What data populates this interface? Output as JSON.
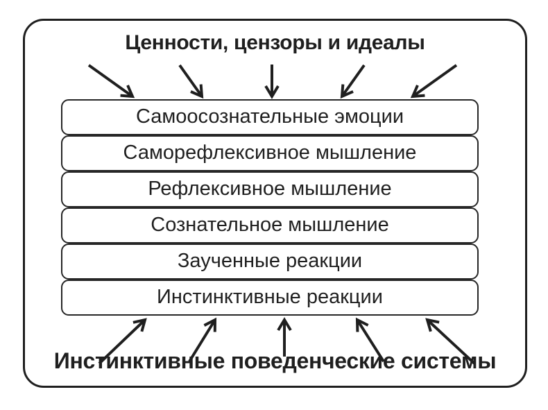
{
  "diagram": {
    "top_label": "Ценности, цензоры и идеалы",
    "bottom_label": "Инстинктивные поведенческие системы",
    "levels": [
      {
        "label": "Самоосознательные эмоции"
      },
      {
        "label": "Саморефлексивное мышление"
      },
      {
        "label": "Рефлексивное мышление"
      },
      {
        "label": "Сознательное мышление"
      },
      {
        "label": "Заученные реакции"
      },
      {
        "label": "Инстинктивные реакции"
      }
    ],
    "arrows": {
      "top_count": 5,
      "top_direction": "down",
      "bottom_count": 5,
      "bottom_direction": "up"
    },
    "colors": {
      "ink": "#1f1f1f",
      "background": "#ffffff"
    }
  }
}
